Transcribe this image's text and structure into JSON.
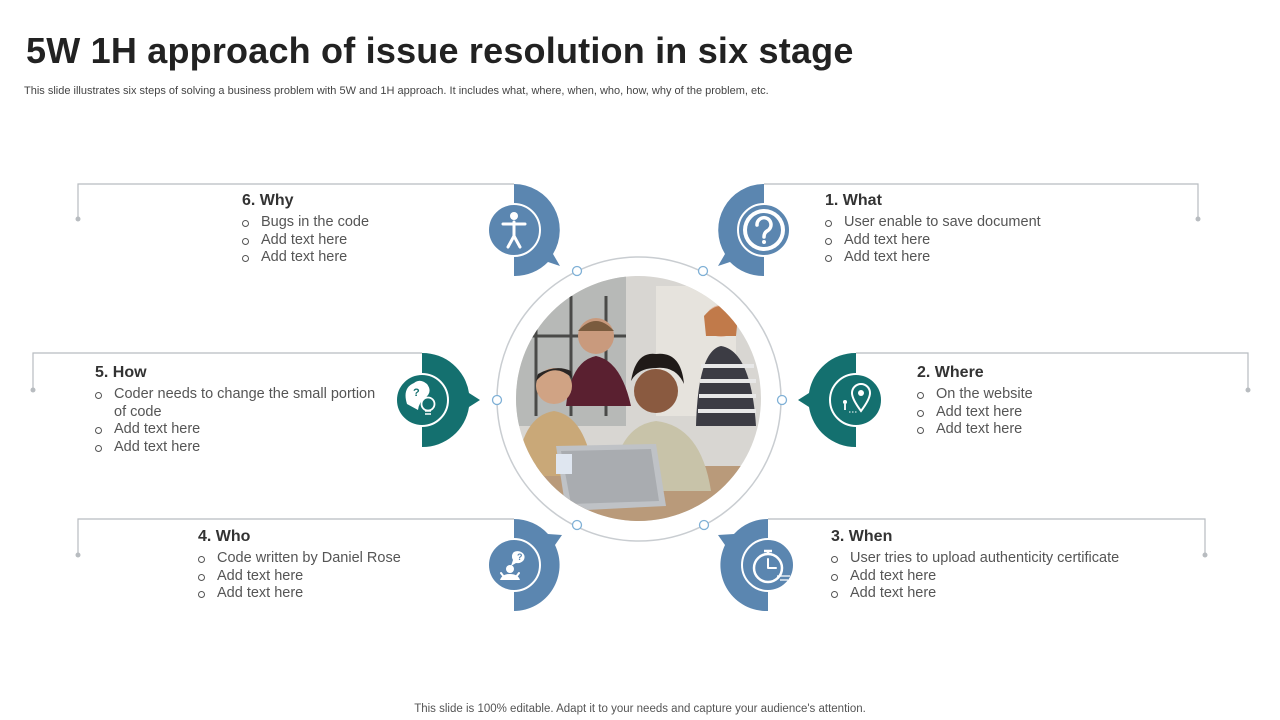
{
  "title": "5W 1H approach of issue resolution in six stage",
  "subtitle": "This slide illustrates six steps of solving a business problem with 5W and 1H approach. It includes what, where, when, who, how, why of the problem, etc.",
  "footer": "This slide is 100% editable. Adapt it to your needs and capture your audience's attention.",
  "colors": {
    "blue": "#5b86b0",
    "teal": "#14706f",
    "line": "#b8bcc0"
  },
  "stages": [
    {
      "heading": "1. What",
      "icon": "question-mark-icon",
      "items": [
        "User enable to save document",
        "Add text here",
        "Add text here"
      ]
    },
    {
      "heading": "2.  Where",
      "icon": "location-pin-icon",
      "items": [
        "On the website",
        "Add text here",
        "Add text here"
      ]
    },
    {
      "heading": "3.  When",
      "icon": "stopwatch-icon",
      "items": [
        "User tries to upload authenticity certificate",
        "Add text here",
        "Add text here"
      ]
    },
    {
      "heading": "4.  Who",
      "icon": "person-question-icon",
      "items": [
        "Code written by Daniel Rose",
        "Add text here",
        "Add text here"
      ]
    },
    {
      "heading": "5.  How",
      "icon": "brain-lightbulb-icon",
      "items": [
        "Coder needs to change the small portion of code",
        "Add text here",
        "Add text here"
      ]
    },
    {
      "heading": "6.  Why",
      "icon": "person-standing-icon",
      "items": [
        "Bugs in the code",
        "Add text here",
        "Add text here"
      ]
    }
  ]
}
